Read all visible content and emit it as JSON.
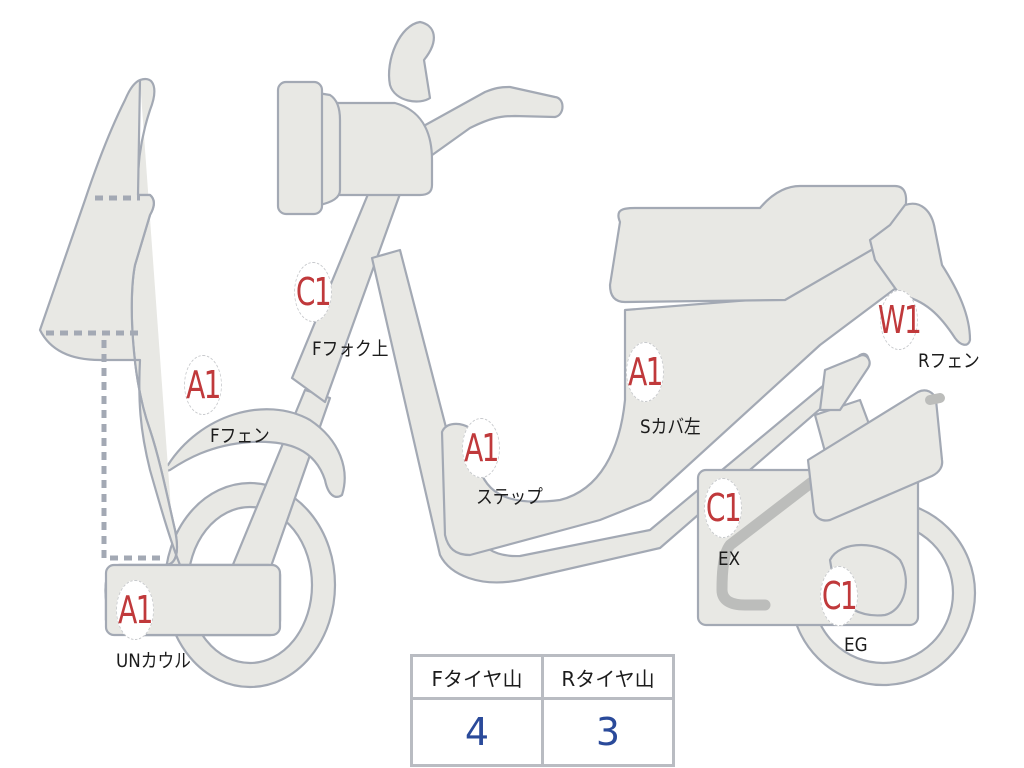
{
  "diagram": {
    "subject": "scooter-side-view",
    "colors": {
      "part_fill": "#e8e8e4",
      "part_outline": "#a3a9b4",
      "grade_text": "#c0393b",
      "value_text": "#2a4a9a"
    }
  },
  "markers": [
    {
      "id": "f-fork-upper",
      "grade": "C1",
      "label": "Fフォク上"
    },
    {
      "id": "f-fender",
      "grade": "A1",
      "label": "Fフェン"
    },
    {
      "id": "step",
      "grade": "A1",
      "label": "ステップ"
    },
    {
      "id": "s-cover-left",
      "grade": "A1",
      "label": "Sカバ左"
    },
    {
      "id": "r-fender",
      "grade": "W1",
      "label": "Rフェン"
    },
    {
      "id": "exhaust",
      "grade": "C1",
      "label": "EX"
    },
    {
      "id": "engine",
      "grade": "C1",
      "label": "EG"
    },
    {
      "id": "under-cowl",
      "grade": "A1",
      "label": "UNカウル"
    }
  ],
  "tire_tread": {
    "headers": [
      "Fタイヤ山",
      "Rタイヤ山"
    ],
    "values": [
      "4",
      "3"
    ]
  }
}
